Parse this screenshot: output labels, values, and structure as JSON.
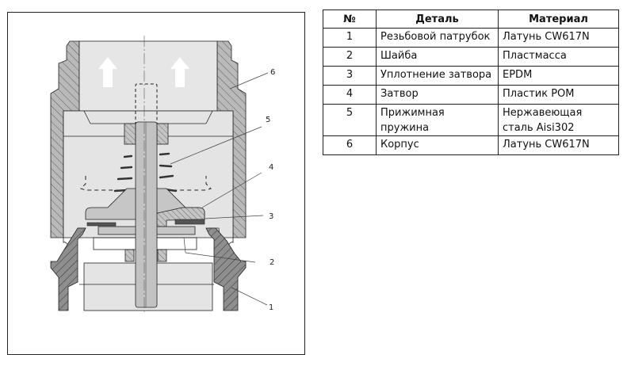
{
  "diagram": {
    "title": "Check valve cross-section",
    "callouts": [
      {
        "number": "6",
        "part": "housing"
      },
      {
        "number": "5",
        "part": "spring"
      },
      {
        "number": "4",
        "part": "valve-plug"
      },
      {
        "number": "3",
        "part": "seal"
      },
      {
        "number": "2",
        "part": "washer"
      },
      {
        "number": "1",
        "part": "threaded-nipple"
      }
    ],
    "flow_direction": "up",
    "colors": {
      "hatch_dark": "#8a8a8a",
      "hatch_light": "#c8c8c8",
      "cavity": "#e4e4e4",
      "stem": "#c2c2c2",
      "outline": "#222222"
    }
  },
  "table": {
    "headers": [
      "№",
      "Деталь",
      "Материал"
    ],
    "rows": [
      {
        "num": "1",
        "part": "Резьбовой патрубок",
        "material": "Латунь CW617N"
      },
      {
        "num": "2",
        "part": "Шайба",
        "material": "Пластмасса"
      },
      {
        "num": "3",
        "part": "Уплотнение затвора",
        "material": "EPDM"
      },
      {
        "num": "4",
        "part": "Затвор",
        "material": "Пластик POM"
      },
      {
        "num": "5",
        "part": "Прижимная пружина",
        "material": "Нержавеющая сталь Aisi302"
      },
      {
        "num": "6",
        "part": "Корпус",
        "material": "Латунь CW617N"
      }
    ]
  }
}
